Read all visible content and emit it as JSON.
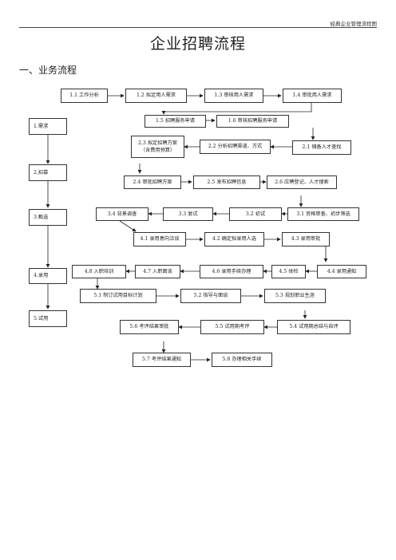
{
  "header": {
    "running_title": "经典企业管理流程图"
  },
  "document": {
    "title": "企业招聘流程",
    "section_heading": "一、业务流程"
  },
  "stages": [
    "1.需求",
    "2.招募",
    "3.甄选",
    "4.录用",
    "5.试用"
  ],
  "steps": {
    "s1_1": "1.1 工作分析",
    "s1_2": "1.2  拟定用人需求",
    "s1_3": "1.3 审核用人需求",
    "s1_4": "1.4 审批用人需求",
    "s1_5": "1.5 招聘服务申请",
    "s1_6": "1.6 审核招聘服务申请",
    "s2_1": "2.1 储备人才查找",
    "s2_2": "2.2 分析招聘渠道、方式",
    "s2_3_line1": "2.3  拟定招聘方案",
    "s2_3_line2": "（含费用预算）",
    "s2_4": "2.4 审批招聘方案",
    "s2_5": "2.5 发布招聘信息",
    "s2_6": "2.6 应聘登记、人才搜索",
    "s3_1": "3.1 资格审查、初步筛选",
    "s3_2": "3.2 初试",
    "s3_3": "3.3 复试",
    "s3_4": "3.4 背景调查",
    "s4_1": "4.1 录用意向洽谈",
    "s4_2": "4.2 确定拟录用人选",
    "s4_3": "4.3 录用审批",
    "s4_4": "4.4 录用通知",
    "s4_5": "4.5 体检",
    "s4_6": "4.6 录用手续办理",
    "s4_7": "4.7 入职面谈",
    "s4_8": "4.8 入职培训",
    "s5_1": "5.1 制订试用目标计划",
    "s5_2": "5.2 指导与面谈",
    "s5_3": "5.3 规划职业生涯",
    "s5_4": "5.4 试用期总结与自评",
    "s5_5": "5.5 试用期考评",
    "s5_6": "5.6 考评结果审批",
    "s5_7": "5.7 考评结果通知",
    "s5_8": "5.8 办理相关手续"
  }
}
